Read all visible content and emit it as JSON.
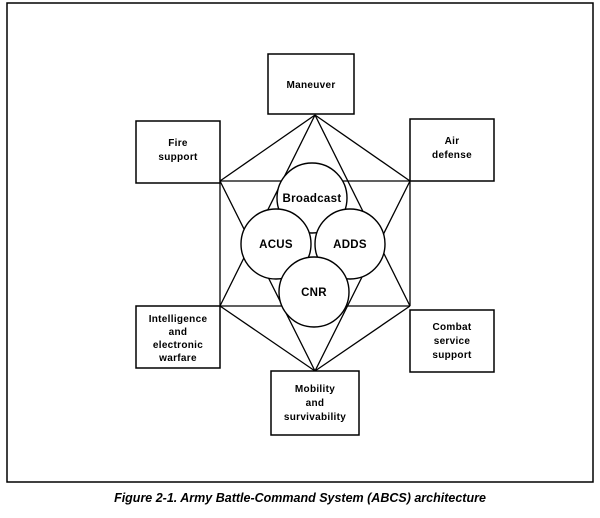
{
  "figure": {
    "caption": "Figure 2-1. Army Battle-Command System (ABCS) architecture",
    "systems": {
      "maneuver": [
        "Maneuver"
      ],
      "fire_support": [
        "Fire",
        "support"
      ],
      "air_defense": [
        "Air",
        "defense"
      ],
      "intelligence": [
        "Intelligence",
        "and",
        "electronic",
        "warfare"
      ],
      "combat_service_support": [
        "Combat",
        "service",
        "support"
      ],
      "mobility": [
        "Mobility",
        "and",
        "survivability"
      ]
    },
    "networks": {
      "broadcast": "Broadcast",
      "acus": "ACUS",
      "adds": "ADDS",
      "cnr": "CNR"
    }
  }
}
